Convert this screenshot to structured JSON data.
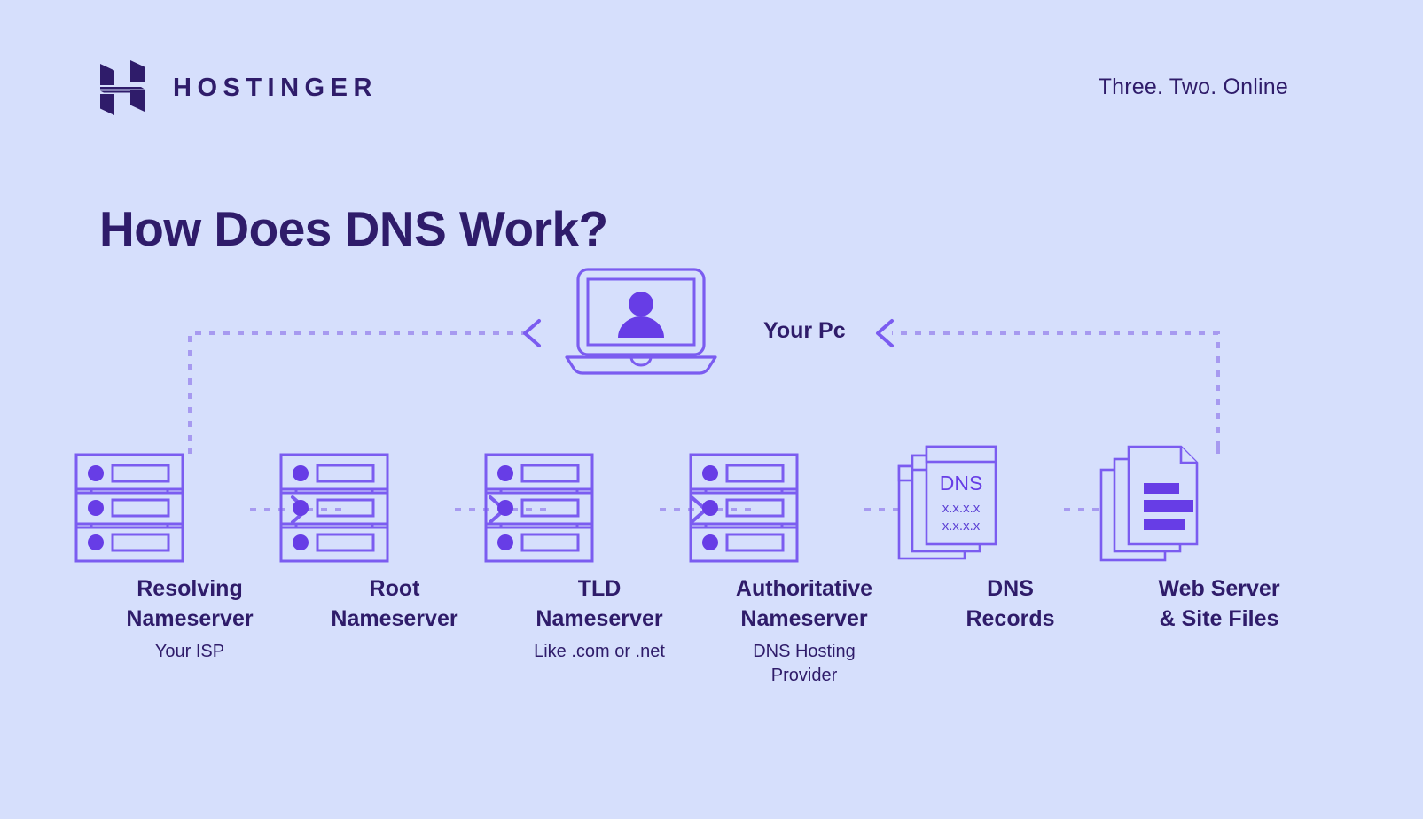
{
  "meta": {
    "background_color": "#d6dffc",
    "ink_color": "#2f1c6a",
    "accent_color": "#673de6",
    "wire_color": "#a79af0"
  },
  "header": {
    "logo_word": "HOSTINGER",
    "logo_icon": "hostinger-h-logo",
    "tagline": "Three. Two. Online"
  },
  "title": "How Does DNS Work?",
  "diagram": {
    "pc": {
      "icon": "laptop-with-user-icon",
      "label": "Your Pc"
    },
    "nodes": [
      {
        "icon": "server-stack-icon",
        "label": "Resolving\nNameserver",
        "sub": "Your ISP"
      },
      {
        "icon": "server-stack-icon",
        "label": "Root\nNameserver",
        "sub": ""
      },
      {
        "icon": "server-stack-icon",
        "label": "TLD\nNameserver",
        "sub": "Like .com or .net"
      },
      {
        "icon": "server-stack-icon",
        "label": "Authoritative\nNameserver",
        "sub": "DNS Hosting\nProvider"
      },
      {
        "icon": "dns-records-icon",
        "label": "DNS\nRecords",
        "sub": ""
      },
      {
        "icon": "web-files-icon",
        "label": "Web Server\n& Site Files",
        "sub": ""
      }
    ],
    "dns_record_card": {
      "title": "DNS",
      "line1": "x.x.x.x",
      "line2": "x.x.x.x"
    }
  }
}
